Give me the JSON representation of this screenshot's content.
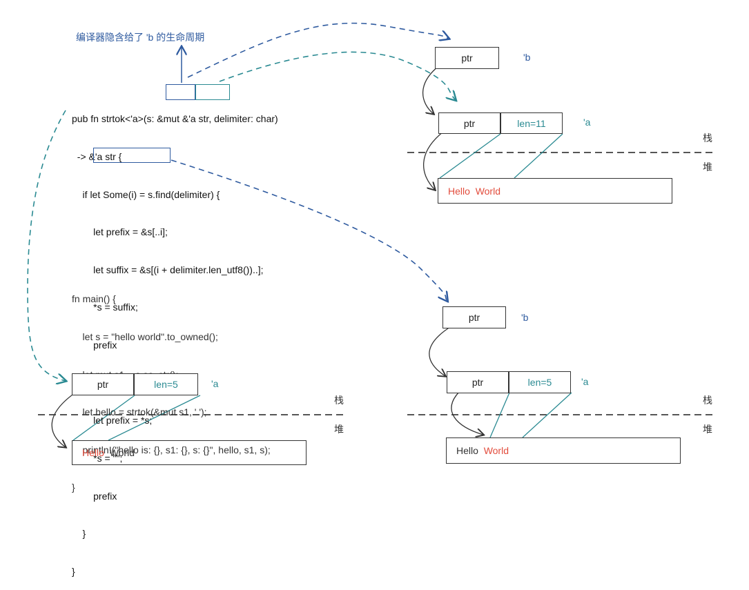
{
  "annotation": "编译器隐含给了 'b 的生命周期",
  "code_strtok": [
    "pub fn strtok<'a>(s: &mut &'a str, delimiter: char)",
    "  -> &'a str {",
    "    if let Some(i) = s.find(delimiter) {",
    "        let prefix = &s[..i];",
    "        let suffix = &s[(i + delimiter.len_utf8())..];",
    "        *s = suffix;",
    "        prefix",
    "    } else {",
    "        let prefix = *s;",
    "        *s = \"\";",
    "        prefix",
    "    }",
    "}"
  ],
  "code_main": [
    "fn main() {",
    "    let s = \"hello world\".to_owned();",
    "    let mut s1 = s.as_str();",
    "    let hello = strtok(&mut s1, ' ');",
    "    println!(\"hello is: {}, s1: {}, s: {}\", hello, s1, s);",
    "}"
  ],
  "diagrams": {
    "top": {
      "b_ptr": "ptr",
      "b_lifetime": "'b",
      "a_ptr": "ptr",
      "a_len": "len=11",
      "a_lifetime": "'a",
      "heap_left": "Hello",
      "heap_right": "World",
      "stack_label": "栈",
      "heap_label": "堆"
    },
    "bottom_left": {
      "ptr": "ptr",
      "len": "len=5",
      "lifetime": "'a",
      "heap_left": "Hello",
      "heap_right": "World",
      "stack_label": "栈",
      "heap_label": "堆"
    },
    "bottom_right": {
      "b_ptr": "ptr",
      "b_lifetime": "'b",
      "a_ptr": "ptr",
      "a_len": "len=5",
      "a_lifetime": "'a",
      "heap_left": "Hello",
      "heap_right": "World",
      "stack_label": "栈",
      "heap_label": "堆"
    }
  },
  "colors": {
    "blue_dash": "#2e5a9f",
    "teal_dash": "#2a8a92",
    "heap_highlight": "#e24c3c"
  }
}
